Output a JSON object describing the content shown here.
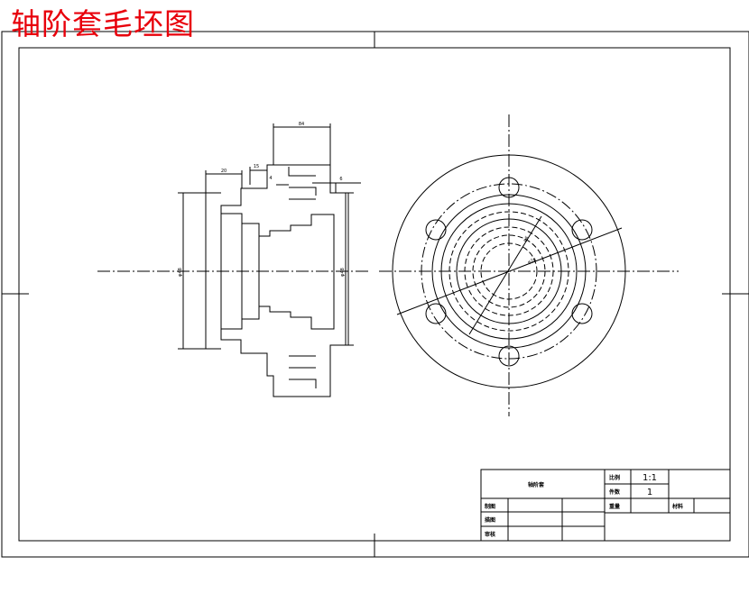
{
  "header": {
    "title": "轴阶套毛坯图"
  },
  "colors": {
    "title": "#e8000b",
    "line": "#000000",
    "background": "#ffffff"
  },
  "drawing": {
    "dims": {
      "top_width": "84",
      "width_a": "20",
      "width_b": "15",
      "width_c": "4",
      "width_d": "6",
      "dia_outer": "φ48",
      "dia_right": "φ48",
      "dia_circle_a": "φ6",
      "dia_circle_b": "φ28"
    }
  },
  "title_block": {
    "part_name": "轴阶套",
    "scale_label": "比例",
    "scale_value": "1:1",
    "qty_label": "件数",
    "qty_value": "1",
    "weight_label": "重量",
    "material_label": "材料",
    "draw_label": "制图",
    "design_label": "描图",
    "review_label": "审核"
  }
}
